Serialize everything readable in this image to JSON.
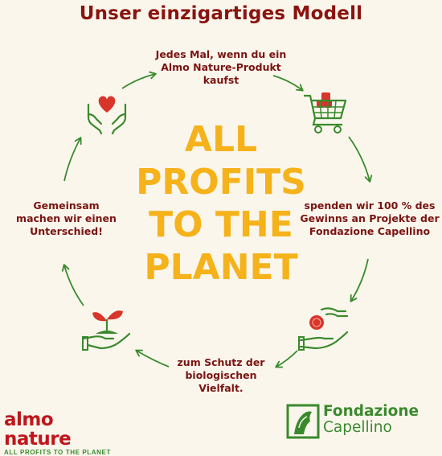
{
  "title": "Unser einzigartiges Modell",
  "center": {
    "lines": [
      "ALL",
      "PROFITS",
      "TO THE",
      "PLANET"
    ]
  },
  "steps": [
    {
      "line1": "Jedes Mal, wenn du ein",
      "line2": "Almo Nature-Produkt",
      "line3": "kaufst"
    },
    {
      "line1": "spenden wir 100 % des",
      "line2": "Gewinns an Projekte der",
      "line3": "Fondazione Capellino"
    },
    {
      "line1": "zum Schutz der",
      "line2": "biologischen",
      "line3": "Vielfalt."
    },
    {
      "line1": "Gemeinsam",
      "line2": "machen wir einen",
      "line3": "Unterschied!"
    }
  ],
  "icons": [
    "heart-hands-icon",
    "shopping-cart-icon",
    "giving-hand-icon",
    "sprout-hand-icon"
  ],
  "brands": {
    "almo_name": "almo nature",
    "almo_tagline": "ALL PROFITS TO THE PLANET",
    "fondazione_line1": "Fondazione",
    "fondazione_line2": "Capellino"
  },
  "colors": {
    "background": "#faf6ec",
    "title": "#8a1410",
    "center": "#f5b21a",
    "arrows": "#3a8a2d",
    "accent_red": "#d8352b"
  }
}
